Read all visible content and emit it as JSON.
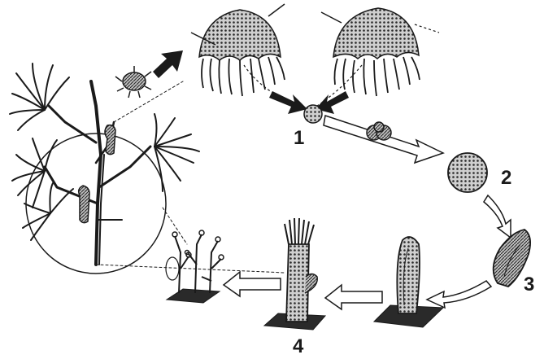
{
  "stage_labels": {
    "one": "1",
    "two": "2",
    "three": "3",
    "four": "4"
  },
  "colors": {
    "ink": "#1a1a1a",
    "paper": "#ffffff",
    "shade": "#5a5a5a"
  }
}
